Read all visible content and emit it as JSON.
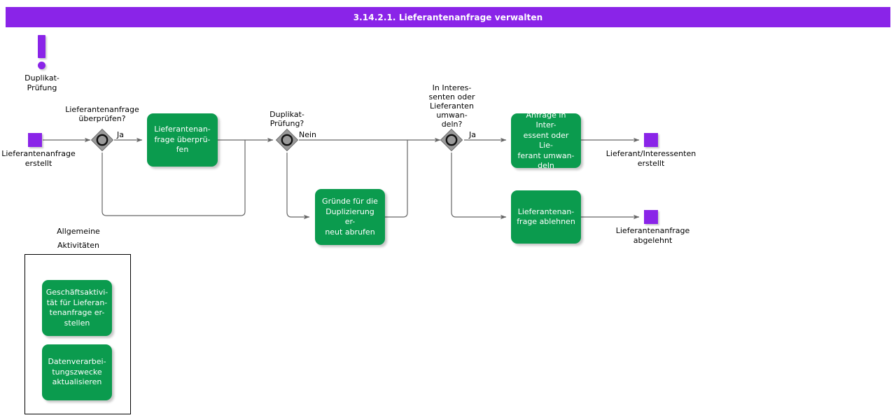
{
  "header": {
    "title": "3.14.2.1. Lieferantenanfrage verwalten",
    "bar_color": "#8a24e8",
    "text_color": "#ffffff"
  },
  "theme": {
    "task_fill": "#0b9b4e",
    "task_text": "#ffffff",
    "event_fill": "#8a24e8",
    "gateway_fill": "#808080",
    "gateway_stroke": "#000000",
    "connector": "#666666",
    "canvas": "#ffffff"
  },
  "annotation": {
    "icon": "exclamation-mark-icon",
    "label": "Duplikat-\nPrüfung"
  },
  "events": [
    {
      "id": "start-lieferantenanfrage-erstellt",
      "name": "start-event",
      "label": "Lieferantenanfrage\nerstellt"
    },
    {
      "id": "end-lieferant-interessent-erstellt",
      "name": "end-event",
      "label": "Lieferant/Interessenten\nerstellt"
    },
    {
      "id": "end-lieferantenanfrage-abgelehnt",
      "name": "end-event",
      "label": "Lieferantenanfrage\nabgelehnt"
    }
  ],
  "gateways": [
    {
      "id": "gw-anfrage-ueberpruefen",
      "label": "Lieferantenanfrage\nüberprüfen?",
      "flow_label": "Ja"
    },
    {
      "id": "gw-duplikat-pruefung",
      "label": "Duplikat-\nPrüfung?",
      "flow_label": "Nein"
    },
    {
      "id": "gw-umwandeln",
      "label": "In Interes-\nsenten oder\nLieferanten\numwan-\ndeln?",
      "flow_label": "Ja"
    }
  ],
  "tasks": [
    {
      "id": "task-anfrage-ueberpruefen",
      "label": "Lieferantenan-\nfrage überprü-\nfen"
    },
    {
      "id": "task-gruende-abrufen",
      "label": "Gründe für die\nDuplizierung er-\nneut abrufen"
    },
    {
      "id": "task-anfrage-umwandeln",
      "label": "Anfrage in Inter-\nessent oder Lie-\nferant umwan-\ndeln"
    },
    {
      "id": "task-anfrage-ablehnen",
      "label": "Lieferantenan-\nfrage ablehnen"
    }
  ],
  "general_activities": {
    "label": "Allgemeine\nAktivitäten",
    "tasks": [
      {
        "id": "task-geschaeftsaktivitaet",
        "label": "Geschäftsaktivi-\ntät für Lieferan-\ntenanfrage er-\nstellen"
      },
      {
        "id": "task-datenverarbeitung",
        "label": "Datenverarbei-\ntungszwecke\naktualisieren"
      }
    ]
  }
}
